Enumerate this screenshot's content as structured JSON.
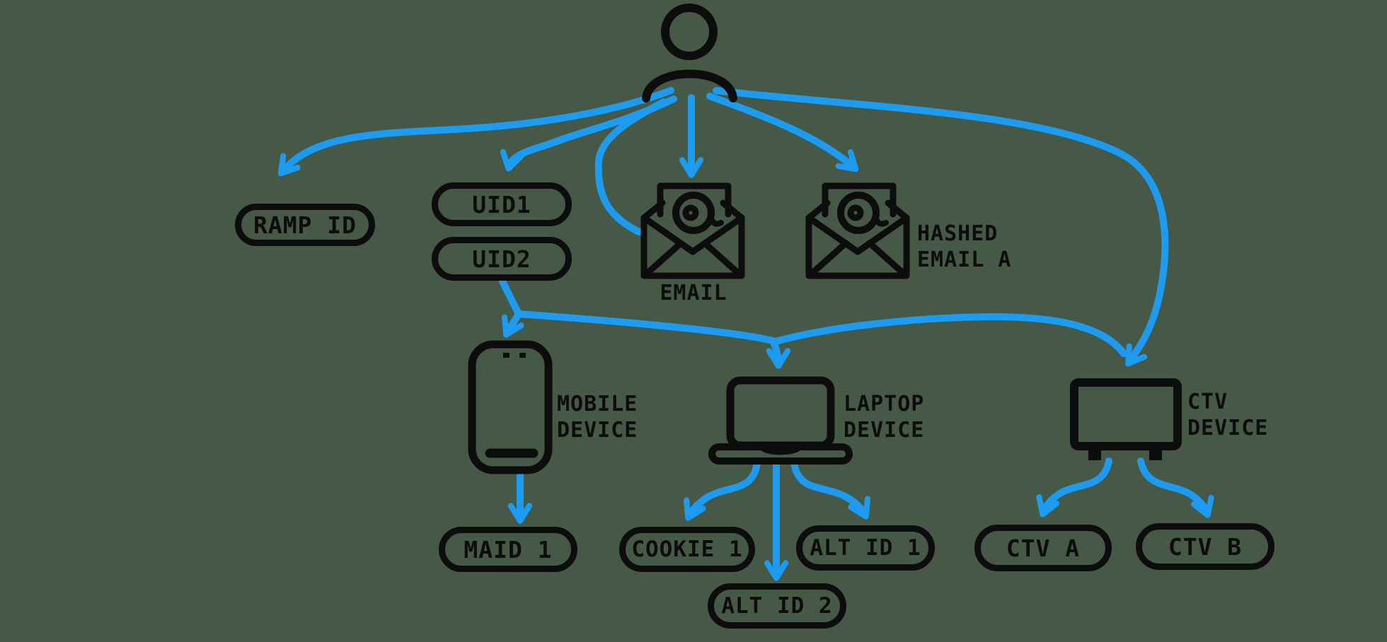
{
  "diagram": {
    "type": "identity-graph",
    "person": {
      "label": "user"
    },
    "pills": {
      "ramp_id": "RAMP ID",
      "uid1": "UID1",
      "uid2": "UID2",
      "maid1": "MAID 1",
      "cookie1": "COOKIE 1",
      "alt_id1": "ALT ID 1",
      "alt_id2": "ALT ID 2",
      "ctv_a": "CTV A",
      "ctv_b": "CTV B"
    },
    "labels": {
      "email": "EMAIL",
      "hashed_email": "HASHED\nEMAIL A",
      "mobile_device": "MOBILE\nDEVICE",
      "laptop_device": "LAPTOP\nDEVICE",
      "ctv_device": "CTV\nDEVICE"
    },
    "icons": [
      "person-icon",
      "email-envelope-icon",
      "hashed-email-envelope-icon",
      "mobile-phone-icon",
      "laptop-icon",
      "ctv-tv-icon"
    ],
    "edges": [
      {
        "from": "user",
        "to": "ramp-id"
      },
      {
        "from": "user",
        "to": "uid1"
      },
      {
        "from": "user",
        "to": "email"
      },
      {
        "from": "user",
        "to": "hashed-email-a"
      },
      {
        "from": "user",
        "to": "ctv-device"
      },
      {
        "from": "uid2",
        "to": "mobile-device"
      },
      {
        "from": "uid2",
        "to": "laptop-device"
      },
      {
        "from": "uid2",
        "to": "ctv-device"
      },
      {
        "from": "mobile-device",
        "to": "maid-1"
      },
      {
        "from": "laptop-device",
        "to": "cookie-1"
      },
      {
        "from": "laptop-device",
        "to": "alt-id-2"
      },
      {
        "from": "laptop-device",
        "to": "alt-id-1"
      },
      {
        "from": "ctv-device",
        "to": "ctv-a"
      },
      {
        "from": "ctv-device",
        "to": "ctv-b"
      }
    ],
    "colors": {
      "arrow": "#1D9BF0",
      "ink": "#0d0d0d",
      "background": "#465846"
    }
  }
}
